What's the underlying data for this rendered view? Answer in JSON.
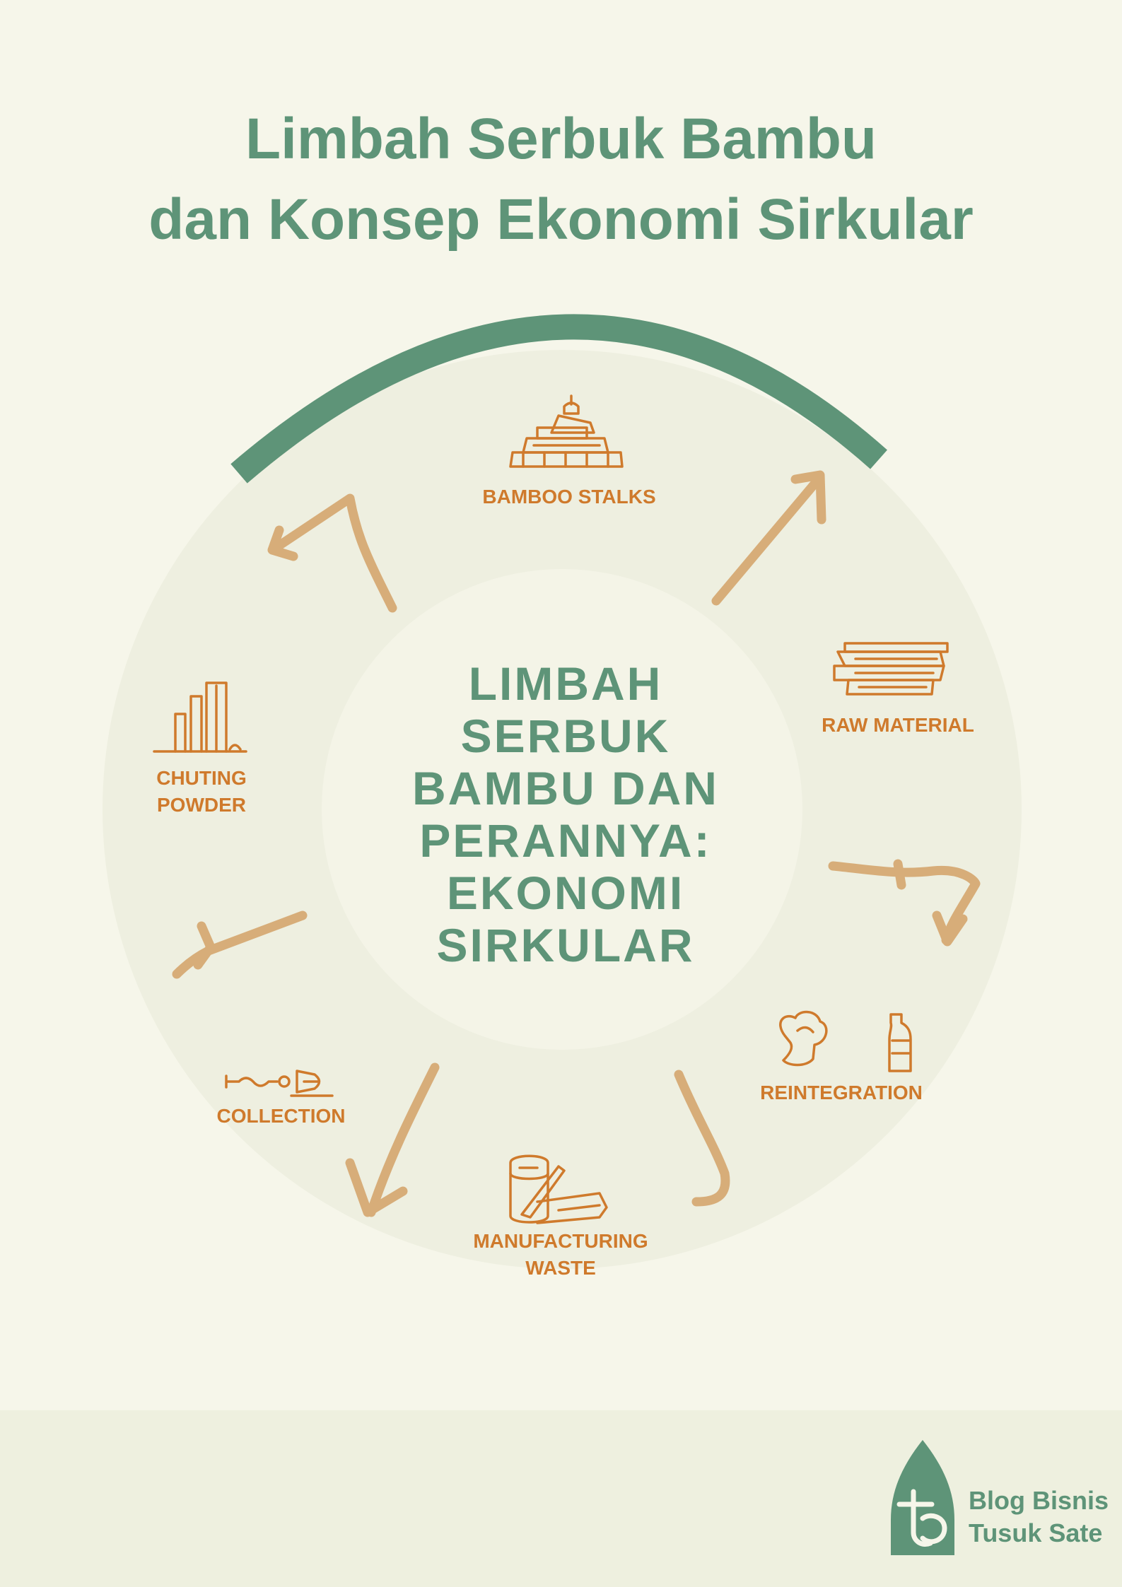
{
  "title": {
    "line1": "Limbah Serbuk Bambu",
    "line2": "dan Konsep Ekonomi Sirkular"
  },
  "center": {
    "lines": [
      "LIMBAH",
      "SERBUK",
      "BAMBU DAN",
      "PERANNYA:",
      "EKONOMI",
      "SIRKULAR"
    ]
  },
  "stages": [
    {
      "id": "bamboo-stalks",
      "lines": [
        "BAMBOO STALKS"
      ],
      "icon": "bamboo-stalks-icon"
    },
    {
      "id": "raw-material",
      "lines": [
        "RAW MATERIAL"
      ],
      "icon": "raw-material-icon"
    },
    {
      "id": "reintegration",
      "lines": [
        "REINTEGRATION"
      ],
      "icon": "reintegration-icon"
    },
    {
      "id": "manufacturing-waste",
      "lines": [
        "MANUFACTURING",
        "WASTE"
      ],
      "icon": "manufacturing-waste-icon"
    },
    {
      "id": "collection",
      "lines": [
        "COLLECTION"
      ],
      "icon": "collection-icon"
    },
    {
      "id": "chuting-powder",
      "lines": [
        "CHUTING",
        "POWDER"
      ],
      "icon": "chuting-powder-icon"
    }
  ],
  "brand": {
    "line1": "Blog Bisnis",
    "line2": "Tusuk Sate",
    "icon": "tusuk-sate-logo-icon"
  },
  "colors": {
    "background": "#f6f6ea",
    "green": "#5e9478",
    "orange": "#cf7a2c",
    "arrow": "#d7ad79"
  }
}
